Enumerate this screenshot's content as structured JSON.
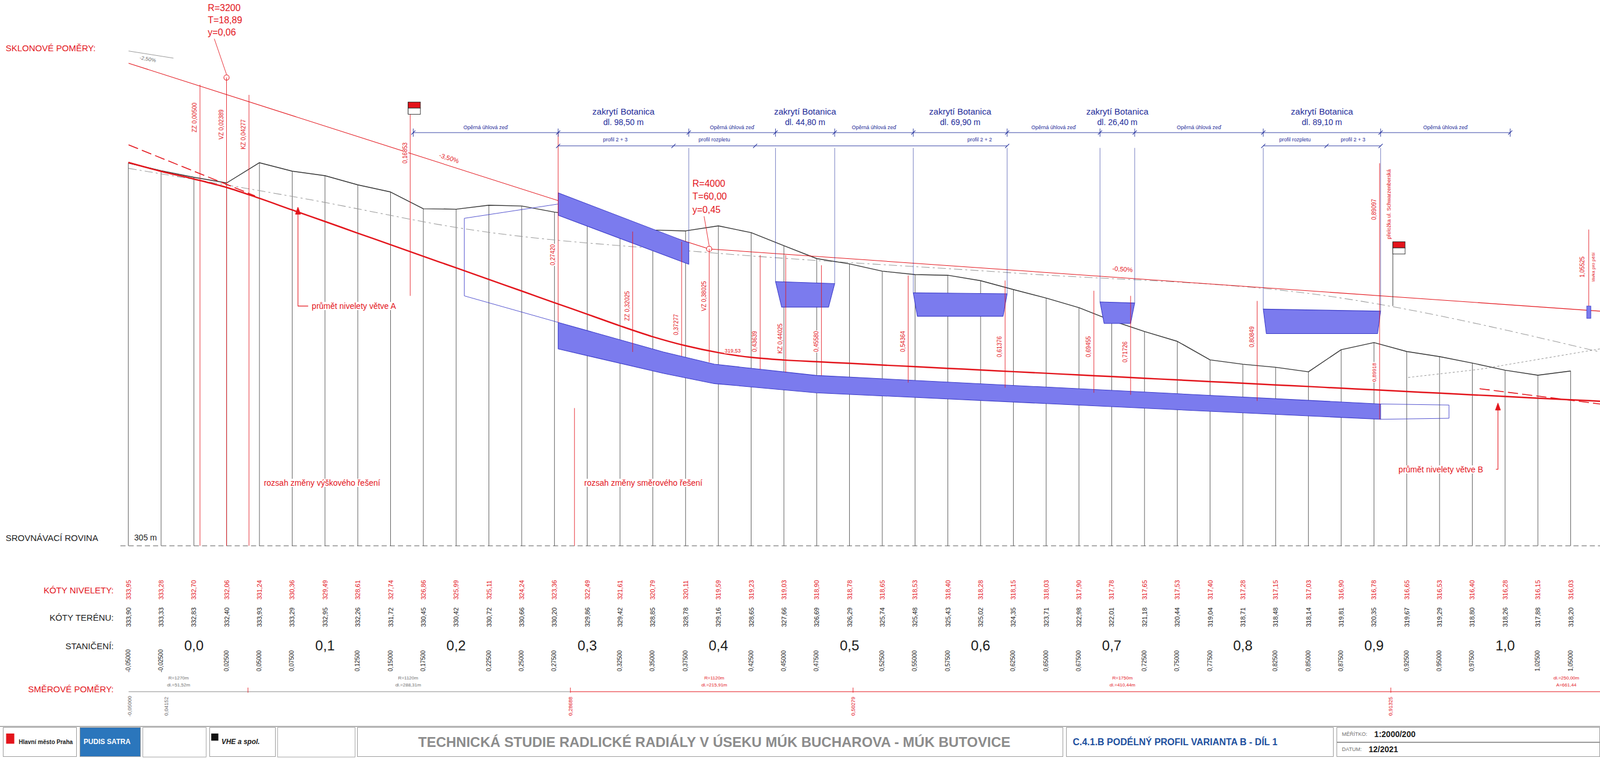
{
  "diagram": {
    "nodes": [
      {
        "text": [
          "Hlavní město Praha"
        ]
      },
      {
        "text": [
          "PUDIS SATRA"
        ]
      },
      {
        "text": [
          "VHE a spol."
        ]
      },
      {
        "text": [
          "TECHNICKÁ STUDIE RADLICKÉ RADIÁLY V ÚSEKU MÚK BUCHAROVA - MÚK BUTOVICE"
        ]
      },
      {
        "text": [
          "C.4.1.B PODÉLNÝ PROFIL VARIANTA B - DÍL 1"
        ]
      },
      {
        "text": [
          "MĚŘÍTKO:",
          "1:2000/200"
        ]
      },
      {
        "text": [
          "DATUM:",
          "12/2021"
        ]
      }
    ],
    "labels": [
      "SKLONOVÉ POMĚRY:",
      "SROVNÁVACÍ ROVINA",
      "KÓTY NIVELETY:",
      "KÓTY TERÉNU:",
      "STANIČENÍ:",
      "SMĚROVÉ POMĚRY:",
      "305 m",
      "333,95",
      "333,28",
      "332,70",
      "332,06",
      "331,24",
      "330,36",
      "329,49",
      "328,61",
      "327,74",
      "326,86",
      "325,99",
      "325,11",
      "324,24",
      "323,36",
      "322,49",
      "321,61",
      "320,79",
      "320,11",
      "319,59",
      "319,23",
      "319,03",
      "318,90",
      "318,78",
      "318,65",
      "318,53",
      "318,40",
      "318,28",
      "318,15",
      "318,03",
      "317,90",
      "317,78",
      "317,65",
      "317,53",
      "317,40",
      "317,28",
      "317,15",
      "317,03",
      "316,90",
      "316,78",
      "316,65",
      "316,53",
      "316,40",
      "316,28",
      "316,15",
      "316,03",
      "333,90",
      "333,33",
      "332,83",
      "332,40",
      "333,93",
      "333,29",
      "332,95",
      "332,26",
      "331,72",
      "330,45",
      "330,42",
      "330,72",
      "330,66",
      "330,20",
      "329,86",
      "329,42",
      "328,85",
      "328,78",
      "329,16",
      "328,65",
      "327,66",
      "326,69",
      "326,29",
      "325,74",
      "325,48",
      "325,43",
      "325,02",
      "324,35",
      "323,71",
      "322,98",
      "322,01",
      "321,18",
      "320,44",
      "319,04",
      "318,71",
      "318,48",
      "318,14",
      "319,81",
      "320,35",
      "319,67",
      "319,29",
      "318,80",
      "318,26",
      "317,88",
      "318,20",
      "0,0",
      "0,1",
      "0,2",
      "0,3",
      "0,4",
      "0,5",
      "0,6",
      "0,7",
      "0,8",
      "0,9",
      "1,0",
      "-0,05000",
      "-0,02500",
      "0,02500",
      "0,05000",
      "0,07500",
      "0,12500",
      "0,15000",
      "0,17500",
      "0,22500",
      "0,25000",
      "0,27500",
      "0,32500",
      "0,35000",
      "0,37500",
      "0,42500",
      "0,45000",
      "0,47500",
      "0,52500",
      "0,55000",
      "0,57500",
      "0,62500",
      "0,65000",
      "0,67500",
      "0,72500",
      "0,75000",
      "0,77500",
      "0,82500",
      "0,85000",
      "0,87500",
      "0,92500",
      "0,95000",
      "0,97500",
      "1,02500",
      "1,05000",
      "R=3200",
      "T=18,89",
      "y=0,06",
      "-2,50%",
      "-3,50%",
      "-0,50%",
      "R=4000",
      "T=60,00",
      "y=0,45",
      "zakrytí Botanica",
      "dl. 98,50 m",
      "zakrytí Botanica",
      "dl. 44,80 m",
      "zakrytí Botanica",
      "dl. 69,90 m",
      "zakrytí Botanica",
      "dl. 26,40 m",
      "zakrytí Botanica",
      "dl. 89,10 m",
      "Opěrná úhlová zeď",
      "Opěrná úhlová zeď",
      "Opěrná úhlová zeď",
      "Opěrná úhlová zeď",
      "Opěrná úhlová zeď",
      "Opěrná úhlová zeď",
      "profil 2 + 3",
      "profil rozpletu",
      "profil 2 + 2",
      "profil rozpletu",
      "profil 2 + 3",
      "průmět nivelety větve A",
      "rozsah změny výškového řešení",
      "rozsah změny směrového řešení",
      "průmět nivelety větve B",
      "ZZ 0,00500",
      "VZ 0,02389",
      "KZ 0,04277",
      "0,16853",
      "0,27420",
      "ZZ 0,32025",
      "0,37277",
      "VZ 0,38025",
      "0,43639",
      "KZ 0,44025",
      "0,45580",
      "0,54364",
      "0,61376",
      "0,69455",
      "0,71726",
      "0,80849",
      "přeložka ul. Schwarzenberská",
      "0,89097",
      "0,89918",
      "319,53",
      "1,05525",
      "lávka pro pěší",
      "R=1270m",
      "dl.=51,52m",
      "R=1120m",
      "dl.=288,31m",
      "R=1120m",
      "dl.=215,91m",
      "R=1750m",
      "dl.=410,44m",
      "dl.=250,00m",
      "A=661,44",
      "-0,05000",
      "0,04152",
      "0,28688",
      "0,50279",
      "0,91325"
    ]
  }
}
